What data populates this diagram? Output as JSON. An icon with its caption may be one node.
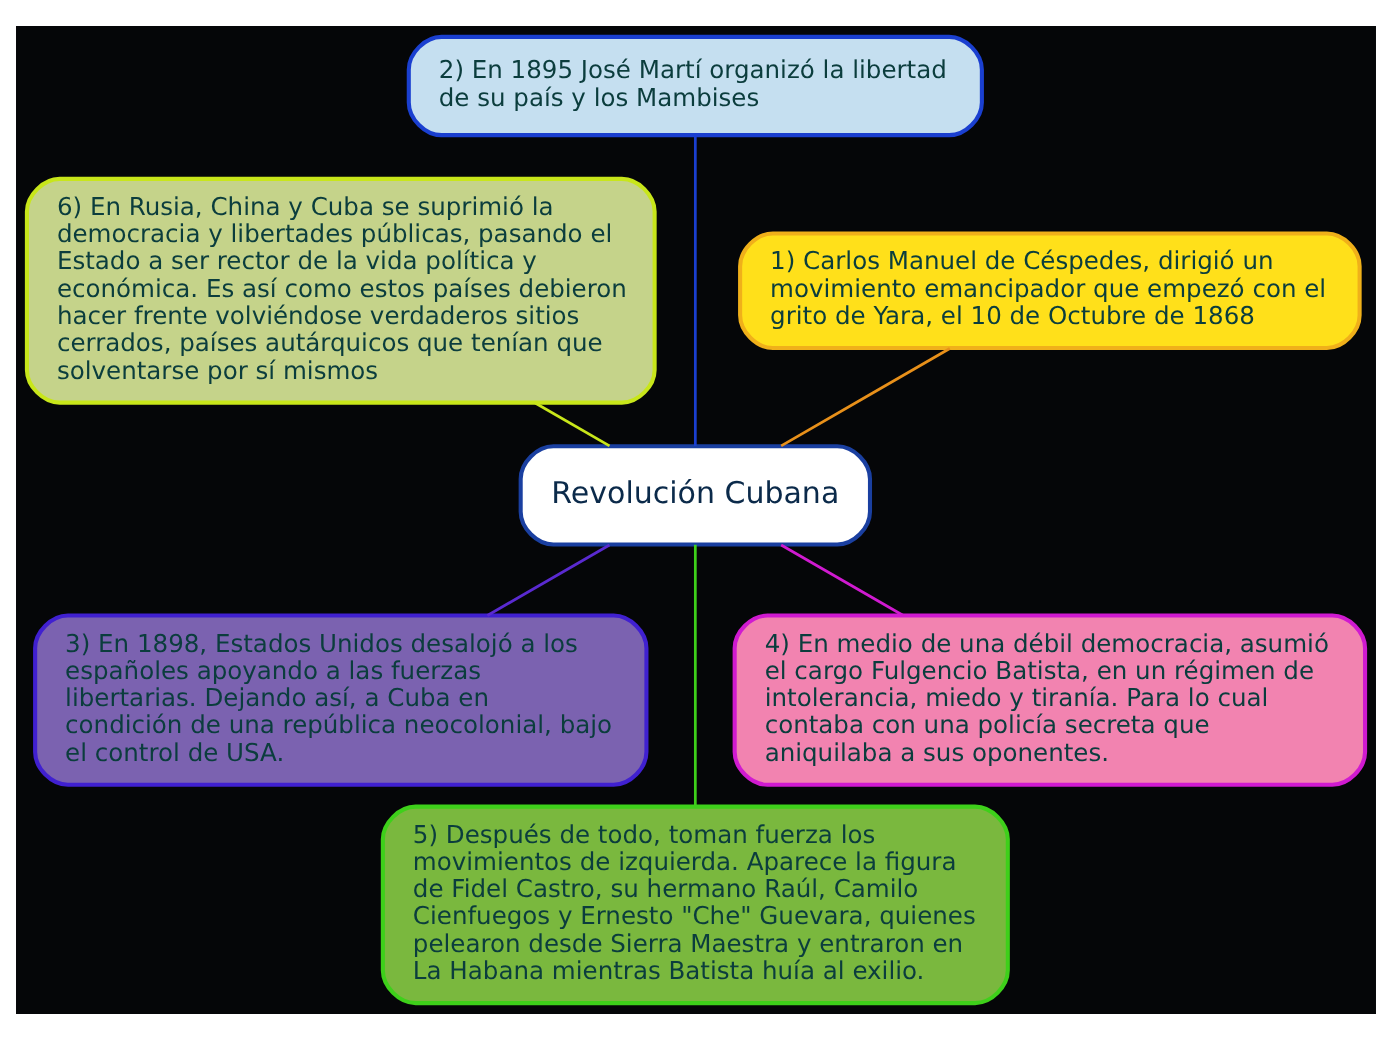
{
  "diagram": {
    "nodes": [
      {
        "text": [
          "1) Carlos Manuel de Céspedes, dirigió un movimiento emancipador que empezó con el grito de Yara, el 10 de Octubre de 1868"
        ]
      },
      {
        "text": [
          "2) En 1895 José Martí organizó la libertad de su país y los Mambises"
        ]
      },
      {
        "text": [
          "6) En Rusia, China y Cuba se suprimió la democracia y libertades públicas, pasando el Estado a ser rector de la vida política y económica. Es así como estos países debieron hacer frente volviéndose verdaderos sitios cerrados, países autárquicos que tenían que solventarse por sí mismos"
        ]
      },
      {
        "text": [
          "3) En 1898, Estados Unidos desalojó a los españoles apoyando a las fuerzas libertarias. Dejando así, a Cuba en condición de una república neocolonial, bajo el control de USA."
        ]
      },
      {
        "text": [
          "Revolución Cubana"
        ]
      },
      {
        "text": [
          "5) Después de todo, toman fuerza los movimientos de izquierda. Aparece la figura de Fidel Castro, su hermano Raúl, Camilo Cienfuegos y Ernesto \"Che\" Guevara, quienes pelearon desde Sierra Maestra y entraron en La Habana mientras Batista huía al exilio."
        ]
      },
      {
        "text": [
          "4) En medio de una débil democracia, asumió el cargo Fulgencio Batista, en un régimen de intolerancia, miedo y tiranía. Para lo cual contaba con una policía secreta que aniquilaba a sus oponentes."
        ]
      }
    ],
    "edges": [
      {
        "from": 4,
        "to": 0,
        "arrow": "none",
        "color": "#e8901a"
      },
      {
        "from": 4,
        "to": 1,
        "arrow": "none",
        "color": "#1a3fd0"
      },
      {
        "from": 4,
        "to": 2,
        "arrow": "none",
        "color": "#c8e61a"
      },
      {
        "from": 4,
        "to": 3,
        "arrow": "none",
        "color": "#5a2ad0"
      },
      {
        "from": 4,
        "to": 5,
        "arrow": "none",
        "color": "#3ed01a"
      },
      {
        "from": 4,
        "to": 6,
        "arrow": "none",
        "color": "#d01ad0"
      }
    ]
  }
}
